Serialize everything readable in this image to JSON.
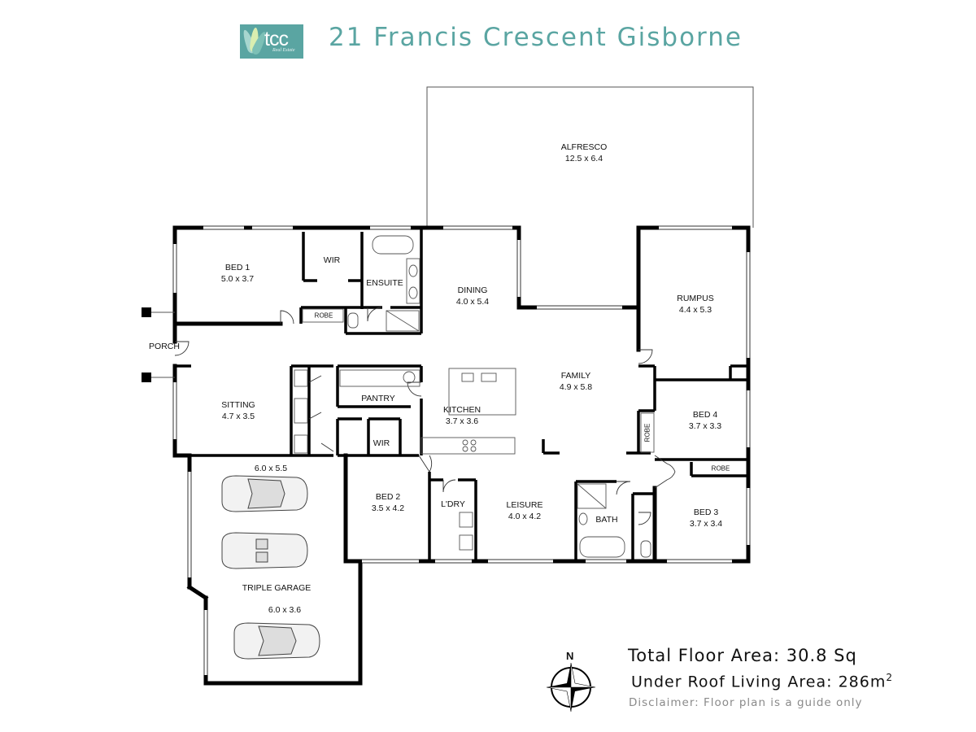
{
  "header": {
    "logo_text": "tcc",
    "logo_subtext": "Real Estate",
    "title": "21 Francis Crescent Gisborne"
  },
  "rooms": {
    "alfresco": {
      "name": "ALFRESCO",
      "size": "12.5 x 6.4"
    },
    "bed1": {
      "name": "BED 1",
      "size": "5.0 x 3.7"
    },
    "wir1": {
      "name": "WIR"
    },
    "ensuite": {
      "name": "ENSUITE"
    },
    "robe1": {
      "name": "ROBE"
    },
    "dining": {
      "name": "DINING",
      "size": "4.0 x 5.4"
    },
    "rumpus": {
      "name": "RUMPUS",
      "size": "4.4 x 5.3"
    },
    "porch": {
      "name": "PORCH"
    },
    "family": {
      "name": "FAMILY",
      "size": "4.9 x 5.8"
    },
    "pantry": {
      "name": "PANTRY"
    },
    "sitting": {
      "name": "SITTING",
      "size": "4.7 x 3.5"
    },
    "kitchen": {
      "name": "KITCHEN",
      "size": "3.7 x 3.6"
    },
    "bed4": {
      "name": "BED 4",
      "size": "3.7 x 3.3"
    },
    "robe4": {
      "name": "ROBE"
    },
    "wir2": {
      "name": "WIR"
    },
    "garage": {
      "name": "TRIPLE GARAGE",
      "size_top": "6.0 x 5.5",
      "size_bottom": "6.0 x 3.6"
    },
    "bed2": {
      "name": "BED 2",
      "size": "3.5 x 4.2"
    },
    "laundry": {
      "name": "L'DRY"
    },
    "leisure": {
      "name": "LEISURE",
      "size": "4.0 x 4.2"
    },
    "bath": {
      "name": "BATH"
    },
    "robe3": {
      "name": "ROBE"
    },
    "bed3": {
      "name": "BED 3",
      "size": "3.7 x 3.4"
    }
  },
  "footer": {
    "compass_label": "N",
    "total_floor_area": "Total Floor Area: 30.8 Sq",
    "under_roof_label": "Under Roof Living Area: 286m",
    "under_roof_sup": "2",
    "disclaimer": "Disclaimer: Floor plan is a guide only"
  },
  "colors": {
    "brand": "#5aa5a2",
    "wall": "#000000",
    "fixture": "#555555",
    "disclaimer": "#8a8a8a"
  }
}
